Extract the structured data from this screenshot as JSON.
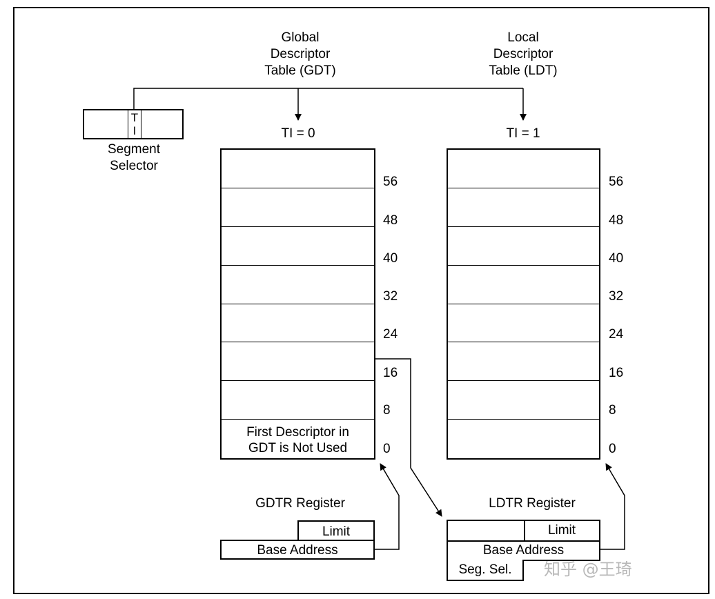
{
  "gdt": {
    "title_lines": [
      "Global",
      "Descriptor",
      "Table (GDT)"
    ],
    "ti_label": "TI = 0",
    "offsets": [
      "56",
      "48",
      "40",
      "32",
      "24",
      "16",
      "8",
      "0"
    ],
    "first_entry_lines": [
      "First Descriptor in",
      "GDT is Not Used"
    ]
  },
  "ldt": {
    "title_lines": [
      "Local",
      "Descriptor",
      "Table (LDT)"
    ],
    "ti_label": "TI = 1",
    "offsets": [
      "56",
      "48",
      "40",
      "32",
      "24",
      "16",
      "8",
      "0"
    ]
  },
  "selector": {
    "ti_letters": [
      "T",
      "I"
    ],
    "label_lines": [
      "Segment",
      "Selector"
    ]
  },
  "gdtr": {
    "title": "GDTR Register",
    "limit": "Limit",
    "base": "Base Address"
  },
  "ldtr": {
    "title": "LDTR Register",
    "limit": "Limit",
    "base": "Base Address",
    "seg_sel": "Seg. Sel."
  },
  "watermark": "知乎 @王琦"
}
